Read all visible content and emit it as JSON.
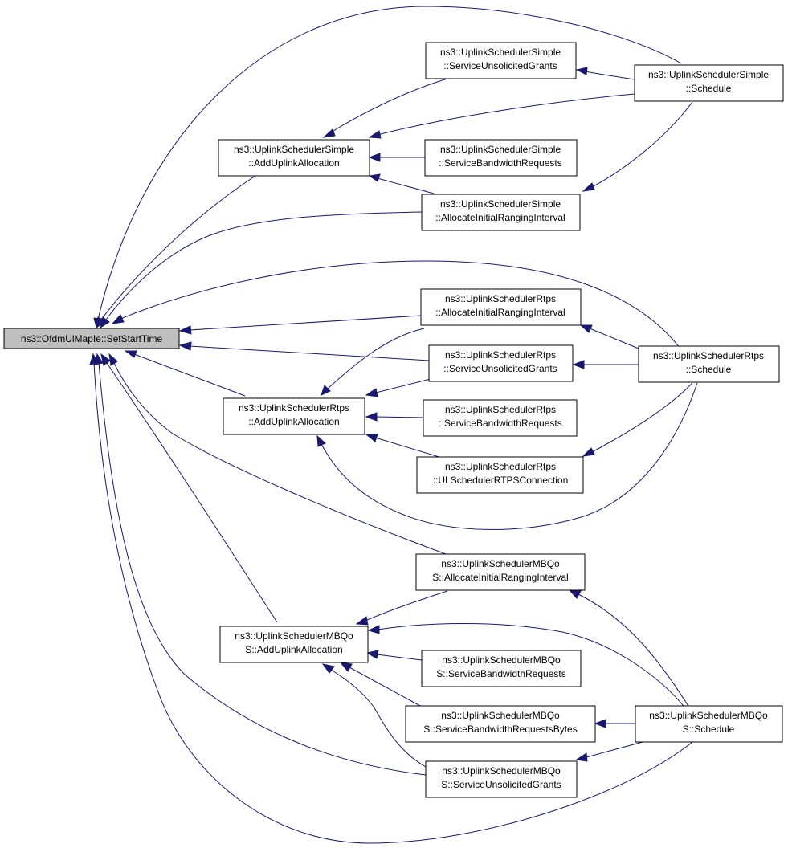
{
  "graph": {
    "nodes": {
      "root": {
        "lines": [
          "ns3::OfdmUlMapIe::SetStartTime"
        ]
      },
      "simple_add": {
        "lines": [
          "ns3::UplinkSchedulerSimple",
          "::AddUplinkAllocation"
        ]
      },
      "simple_sug": {
        "lines": [
          "ns3::UplinkSchedulerSimple",
          "::ServiceUnsolicitedGrants"
        ]
      },
      "simple_sched": {
        "lines": [
          "ns3::UplinkSchedulerSimple",
          "::Schedule"
        ]
      },
      "simple_sbr": {
        "lines": [
          "ns3::UplinkSchedulerSimple",
          "::ServiceBandwidthRequests"
        ]
      },
      "simple_airi": {
        "lines": [
          "ns3::UplinkSchedulerSimple",
          "::AllocateInitialRangingInterval"
        ]
      },
      "rtps_airi": {
        "lines": [
          "ns3::UplinkSchedulerRtps",
          "::AllocateInitialRangingInterval"
        ]
      },
      "rtps_sug": {
        "lines": [
          "ns3::UplinkSchedulerRtps",
          "::ServiceUnsolicitedGrants"
        ]
      },
      "rtps_sched": {
        "lines": [
          "ns3::UplinkSchedulerRtps",
          "::Schedule"
        ]
      },
      "rtps_add": {
        "lines": [
          "ns3::UplinkSchedulerRtps",
          "::AddUplinkAllocation"
        ]
      },
      "rtps_sbr": {
        "lines": [
          "ns3::UplinkSchedulerRtps",
          "::ServiceBandwidthRequests"
        ]
      },
      "rtps_conn": {
        "lines": [
          "ns3::UplinkSchedulerRtps",
          "::ULSchedulerRTPSConnection"
        ]
      },
      "mbqos_airi": {
        "lines": [
          "ns3::UplinkSchedulerMBQo",
          "S::AllocateInitialRangingInterval"
        ]
      },
      "mbqos_add": {
        "lines": [
          "ns3::UplinkSchedulerMBQo",
          "S::AddUplinkAllocation"
        ]
      },
      "mbqos_sbr": {
        "lines": [
          "ns3::UplinkSchedulerMBQo",
          "S::ServiceBandwidthRequests"
        ]
      },
      "mbqos_sbrb": {
        "lines": [
          "ns3::UplinkSchedulerMBQo",
          "S::ServiceBandwidthRequestsBytes"
        ]
      },
      "mbqos_sched": {
        "lines": [
          "ns3::UplinkSchedulerMBQo",
          "S::Schedule"
        ]
      },
      "mbqos_sug": {
        "lines": [
          "ns3::UplinkSchedulerMBQo",
          "S::ServiceUnsolicitedGrants"
        ]
      }
    },
    "edges": [
      {
        "caller": "simple_sched",
        "callee": "root"
      },
      {
        "caller": "simple_sug",
        "callee": "simple_add"
      },
      {
        "caller": "simple_sched",
        "callee": "simple_sug"
      },
      {
        "caller": "simple_sched",
        "callee": "simple_add"
      },
      {
        "caller": "simple_sbr",
        "callee": "simple_add"
      },
      {
        "caller": "simple_airi",
        "callee": "simple_add"
      },
      {
        "caller": "simple_sched",
        "callee": "simple_airi"
      },
      {
        "caller": "simple_add",
        "callee": "root"
      },
      {
        "caller": "simple_airi",
        "callee": "root"
      },
      {
        "caller": "rtps_sched",
        "callee": "root"
      },
      {
        "caller": "rtps_airi",
        "callee": "root"
      },
      {
        "caller": "rtps_sug",
        "callee": "root"
      },
      {
        "caller": "rtps_add",
        "callee": "root"
      },
      {
        "caller": "rtps_airi",
        "callee": "rtps_add"
      },
      {
        "caller": "rtps_sug",
        "callee": "rtps_add"
      },
      {
        "caller": "rtps_sbr",
        "callee": "rtps_add"
      },
      {
        "caller": "rtps_conn",
        "callee": "rtps_add"
      },
      {
        "caller": "rtps_sched",
        "callee": "rtps_add"
      },
      {
        "caller": "rtps_sched",
        "callee": "rtps_airi"
      },
      {
        "caller": "rtps_sched",
        "callee": "rtps_sug"
      },
      {
        "caller": "rtps_sched",
        "callee": "rtps_conn"
      },
      {
        "caller": "mbqos_airi",
        "callee": "root"
      },
      {
        "caller": "mbqos_add",
        "callee": "root"
      },
      {
        "caller": "mbqos_sug",
        "callee": "root"
      },
      {
        "caller": "mbqos_sched",
        "callee": "root"
      },
      {
        "caller": "mbqos_airi",
        "callee": "mbqos_add"
      },
      {
        "caller": "mbqos_sched",
        "callee": "mbqos_add"
      },
      {
        "caller": "mbqos_sbr",
        "callee": "mbqos_add"
      },
      {
        "caller": "mbqos_sbrb",
        "callee": "mbqos_add"
      },
      {
        "caller": "mbqos_sug",
        "callee": "mbqos_add"
      },
      {
        "caller": "mbqos_sched",
        "callee": "mbqos_airi"
      },
      {
        "caller": "mbqos_sched",
        "callee": "mbqos_sbrb"
      },
      {
        "caller": "mbqos_sched",
        "callee": "mbqos_sug"
      }
    ]
  },
  "colors": {
    "edge": "#191970",
    "root_fill": "#bfbfbf",
    "node_fill": "#ffffff",
    "node_border": "#000000"
  }
}
